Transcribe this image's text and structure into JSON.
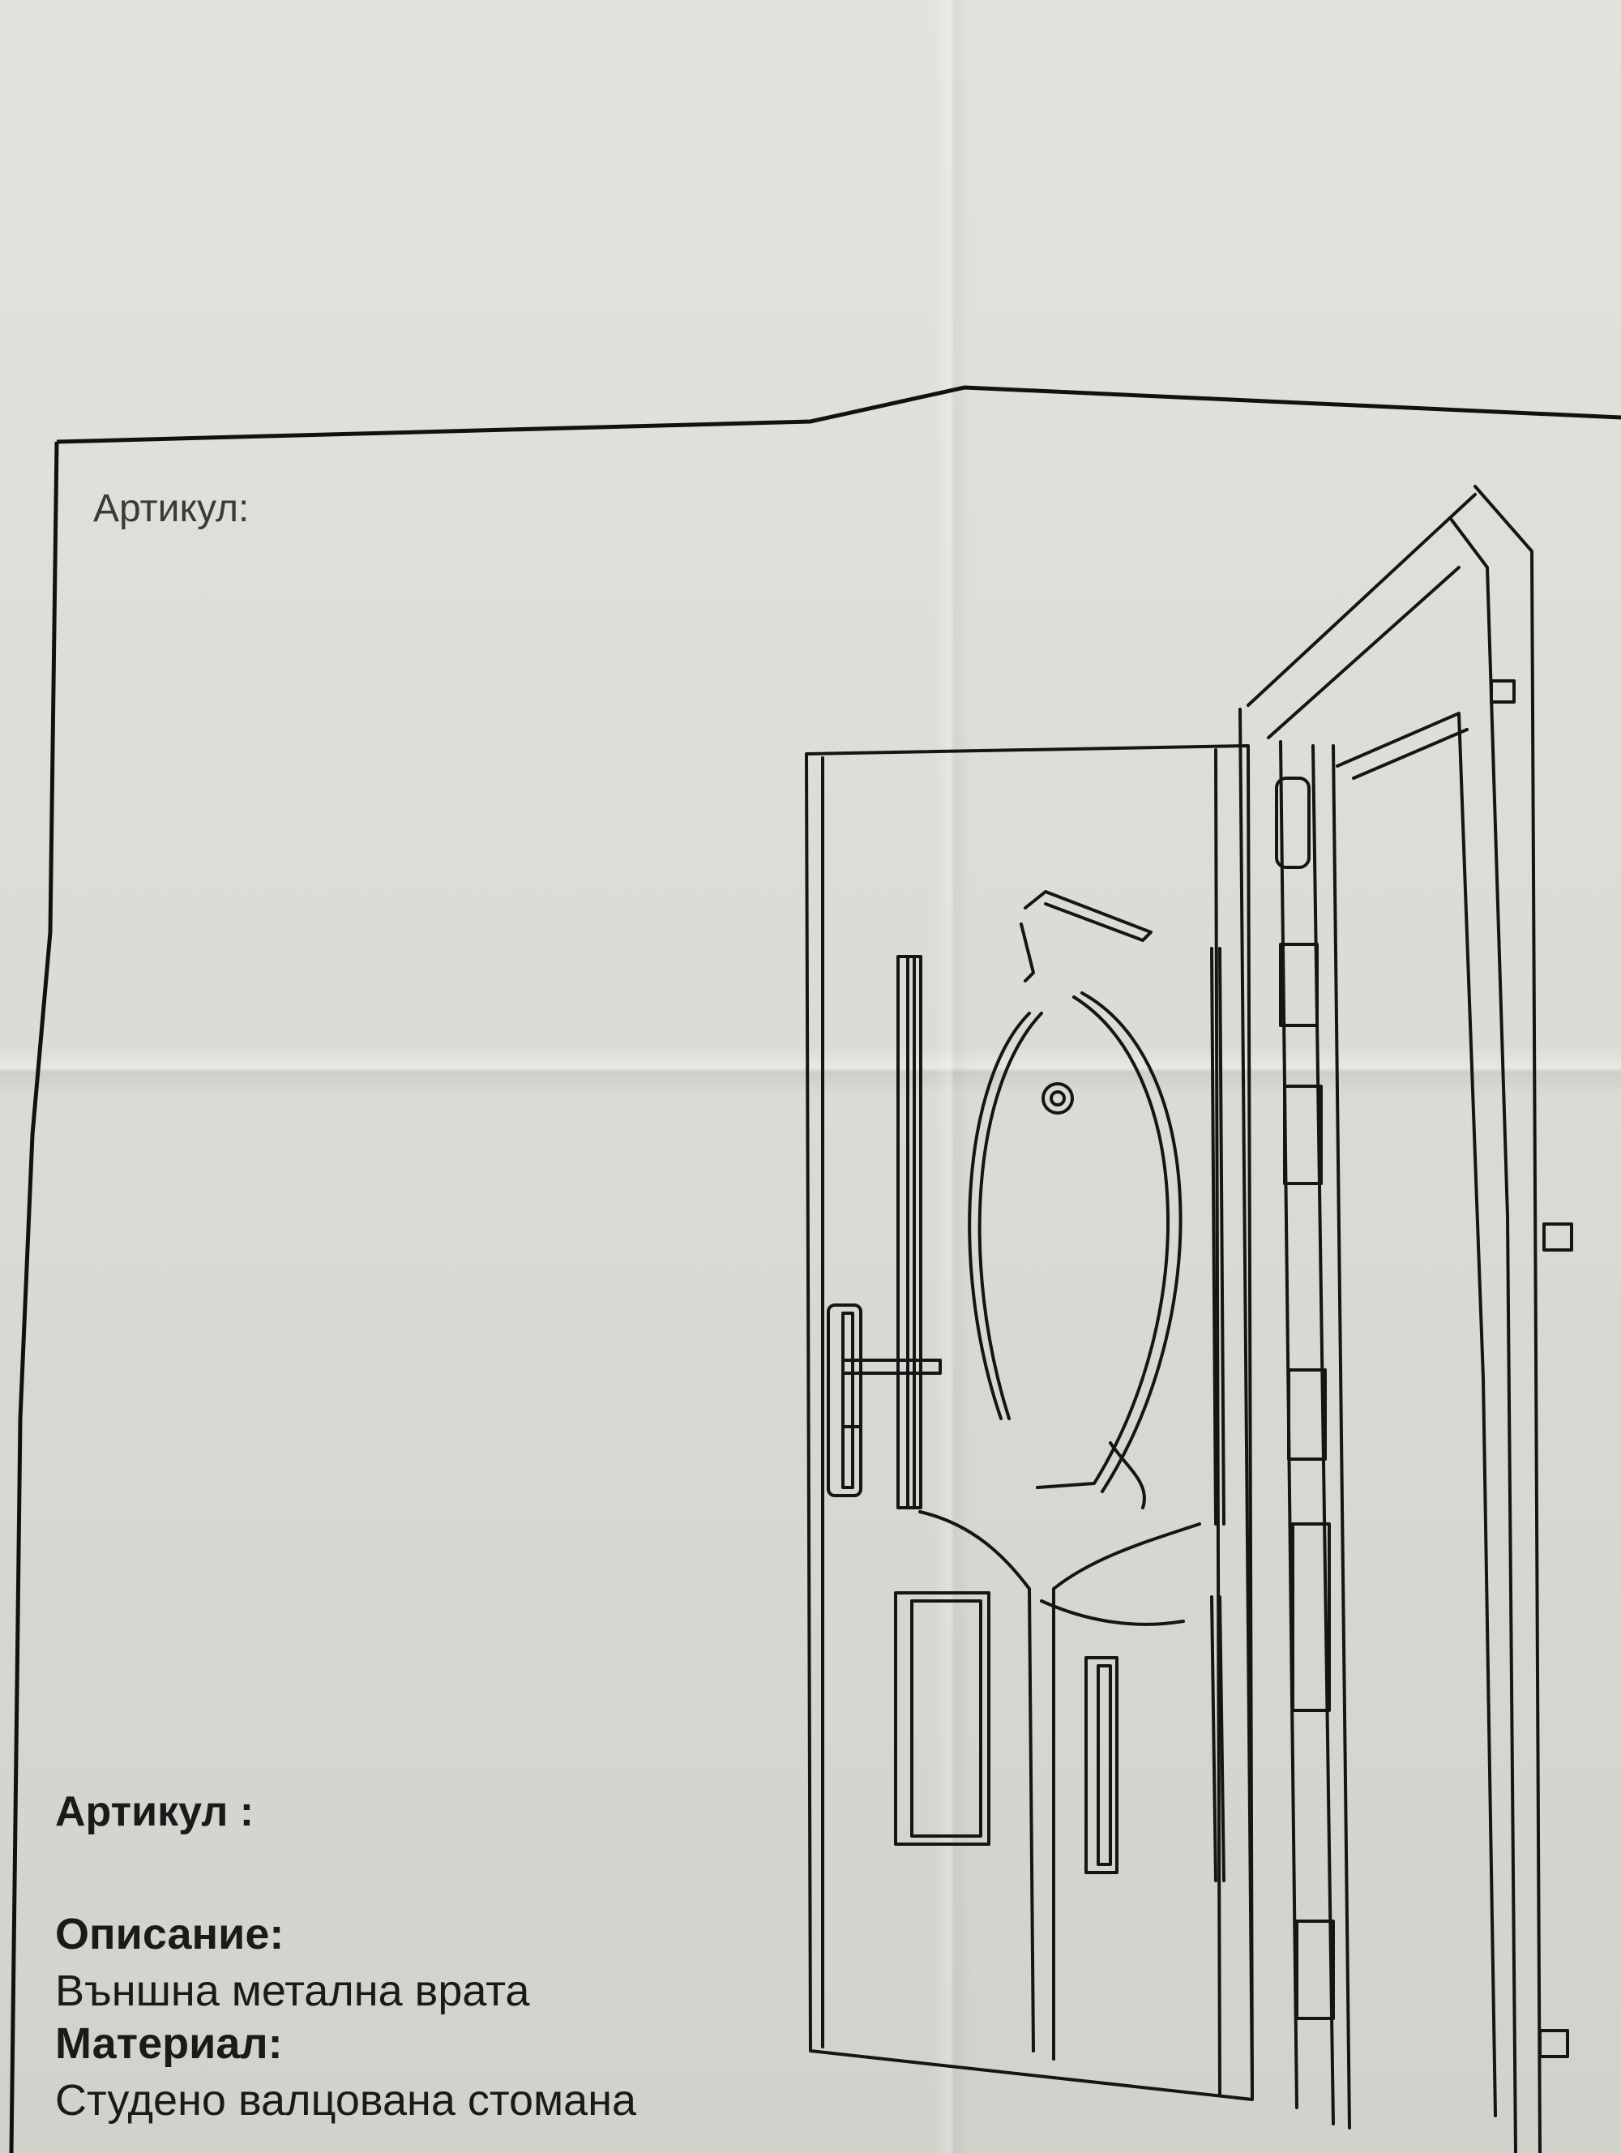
{
  "document": {
    "top_label": "Артикул:",
    "article_label": "Артикул :",
    "description_label": "Описание:",
    "description_value": "Външна метална врата",
    "material_label": "Материал:",
    "material_value": "Студено валцована стомана"
  },
  "colors": {
    "paper": "#dcdcd6",
    "ink": "#1a1a1a"
  },
  "drawing": {
    "subject": "metal-door-line-drawing"
  }
}
